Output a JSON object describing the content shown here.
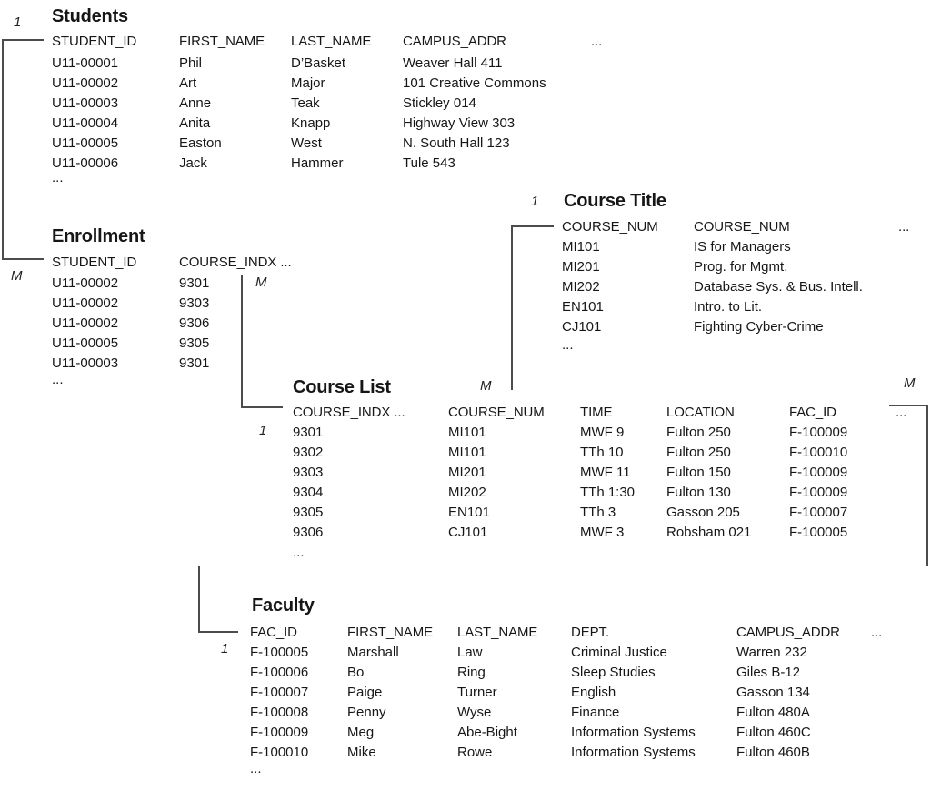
{
  "colors": {
    "text": "#161616",
    "line": "#4c4c4c",
    "background": "#ffffff"
  },
  "tables": [
    {
      "name": "students",
      "title": "Students",
      "columns": [
        "STUDENT_ID",
        "FIRST_NAME",
        "LAST_NAME",
        "CAMPUS_ADDR",
        "..."
      ],
      "rows": [
        [
          "U11-00001",
          "Phil",
          "D’Basket",
          "Weaver Hall 411"
        ],
        [
          "U11-00002",
          "Art",
          "Major",
          "101 Creative Commons"
        ],
        [
          "U11-00003",
          "Anne",
          "Teak",
          "Stickley 014"
        ],
        [
          "U11-00004",
          "Anita",
          "Knapp",
          "Highway View 303"
        ],
        [
          "U11-00005",
          "Easton",
          "West",
          "N. South Hall 123"
        ],
        [
          "U11-00006",
          "Jack",
          "Hammer",
          "Tule 543"
        ]
      ],
      "continuation": "..."
    },
    {
      "name": "enrollment",
      "title": "Enrollment",
      "columns": [
        "STUDENT_ID",
        "COURSE_INDX ..."
      ],
      "rows": [
        [
          "U11-00002",
          "9301"
        ],
        [
          "U11-00002",
          "9303"
        ],
        [
          "U11-00002",
          "9306"
        ],
        [
          "U11-00005",
          "9305"
        ],
        [
          "U11-00003",
          "9301"
        ]
      ],
      "continuation": "..."
    },
    {
      "name": "course_title",
      "title": "Course Title",
      "columns": [
        "COURSE_NUM",
        "COURSE_NUM",
        "..."
      ],
      "rows": [
        [
          "MI101",
          "IS for Managers"
        ],
        [
          "MI201",
          "Prog. for Mgmt."
        ],
        [
          "MI202",
          "Database Sys. & Bus. Intell."
        ],
        [
          "EN101",
          "Intro. to Lit."
        ],
        [
          "CJ101",
          "Fighting Cyber-Crime"
        ]
      ],
      "continuation": "..."
    },
    {
      "name": "course_list",
      "title": "Course List",
      "columns": [
        "COURSE_INDX ...",
        "COURSE_NUM",
        "TIME",
        "LOCATION",
        "FAC_ID",
        "..."
      ],
      "rows": [
        [
          "9301",
          "MI101",
          "MWF 9",
          "Fulton 250",
          "F-100009"
        ],
        [
          "9302",
          "MI101",
          "TTh 10",
          "Fulton 250",
          "F-100010"
        ],
        [
          "9303",
          "MI201",
          "MWF 11",
          "Fulton 150",
          "F-100009"
        ],
        [
          "9304",
          "MI202",
          "TTh 1:30",
          "Fulton 130",
          "F-100009"
        ],
        [
          "9305",
          "EN101",
          "TTh 3",
          "Gasson 205",
          "F-100007"
        ],
        [
          "9306",
          "CJ101",
          "MWF 3",
          "Robsham 021",
          "F-100005"
        ]
      ],
      "continuation": "..."
    },
    {
      "name": "faculty",
      "title": "Faculty",
      "columns": [
        "FAC_ID",
        "FIRST_NAME",
        "LAST_NAME",
        "DEPT.",
        "CAMPUS_ADDR",
        "..."
      ],
      "rows": [
        [
          "F-100005",
          "Marshall",
          "Law",
          "Criminal Justice",
          "Warren 232"
        ],
        [
          "F-100006",
          "Bo",
          "Ring",
          "Sleep Studies",
          "Giles B-12"
        ],
        [
          "F-100007",
          "Paige",
          "Turner",
          "English",
          "Gasson 134"
        ],
        [
          "F-100008",
          "Penny",
          "Wyse",
          "Finance",
          "Fulton 480A"
        ],
        [
          "F-100009",
          "Meg",
          "Abe-Bight",
          "Information Systems",
          "Fulton 460C"
        ],
        [
          "F-100010",
          "Mike",
          "Rowe",
          "Information Systems",
          "Fulton 460B"
        ]
      ],
      "continuation": "..."
    }
  ],
  "connectors": [
    {
      "from": "students",
      "to": "enrollment",
      "from_label": "1",
      "to_label": "M"
    },
    {
      "from": "enrollment",
      "to": "course_list",
      "from_label": "M",
      "to_label": "1"
    },
    {
      "from": "course_title",
      "to": "course_list",
      "from_label": "1",
      "to_label": "M"
    },
    {
      "from": "course_list",
      "to": "faculty",
      "from_label": "M",
      "to_label": "1"
    }
  ]
}
